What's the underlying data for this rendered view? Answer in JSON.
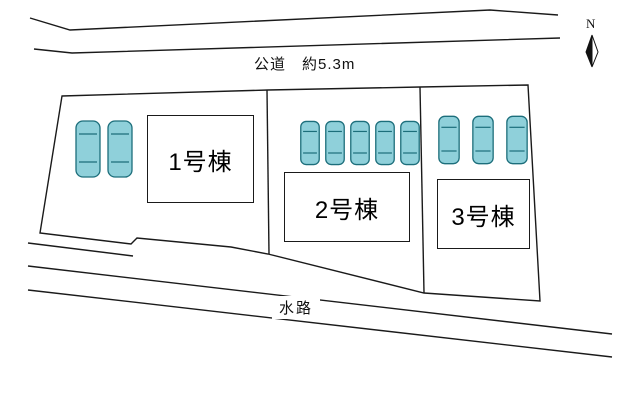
{
  "labels": {
    "road": "公道　約5.3m",
    "waterway": "水路",
    "compass_north": "N"
  },
  "lots": [
    {
      "label": "1号棟",
      "visible_cars": 2
    },
    {
      "label": "2号棟",
      "visible_cars": 5
    },
    {
      "label": "3号棟",
      "visible_cars": 3
    }
  ],
  "colors": {
    "car_fill": "#8fd0da",
    "car_stroke": "#1c6e7b",
    "line": "#1a1a1a",
    "background": "#ffffff"
  }
}
